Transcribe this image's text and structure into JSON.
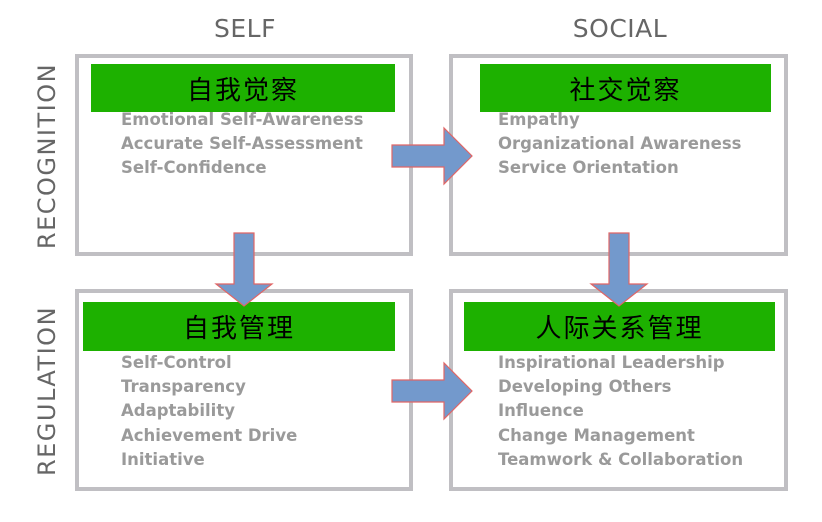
{
  "columns": {
    "self": "SELF",
    "social": "SOCIAL"
  },
  "rows": {
    "recognition": "RECOGNITION",
    "regulation": "REGULATION"
  },
  "quadrants": {
    "self_awareness": {
      "title": "自我觉察",
      "items": [
        "Emotional Self-Awareness",
        "Accurate Self-Assessment",
        "Self-Confidence"
      ]
    },
    "social_awareness": {
      "title": "社交觉察",
      "items": [
        "Empathy",
        "Organizational Awareness",
        "Service Orientation"
      ]
    },
    "self_management": {
      "title": "自我管理",
      "items": [
        "Self-Control",
        "Transparency",
        "Adaptability",
        "Achievement Drive",
        "Initiative"
      ]
    },
    "relationship_management": {
      "title": "人际关系管理",
      "items": [
        "Inspirational Leadership",
        "Developing Others",
        "Influence",
        "Change Management",
        "Teamwork & Collaboration"
      ]
    }
  },
  "colors": {
    "band": "#1db100",
    "border": "#c0bfc3",
    "arrow_fill": "#7399cc",
    "arrow_stroke": "#e06666",
    "item_text": "#9a9a9a",
    "header_text": "#666666"
  }
}
